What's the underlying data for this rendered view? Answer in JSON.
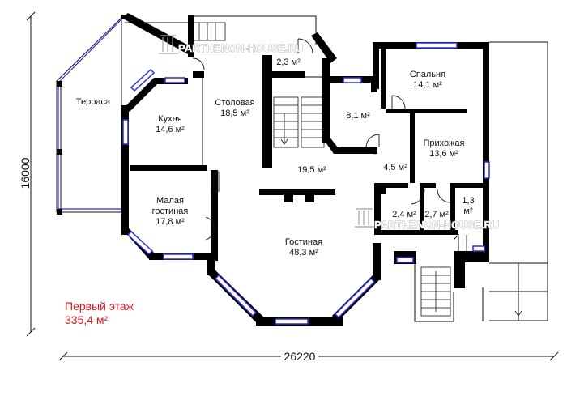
{
  "watermark": "PARTHENON-HOUSE.RU",
  "dimensions": {
    "width": "26220",
    "height": "16000"
  },
  "floor": {
    "title": "Первый этаж",
    "area": "335,4 м²"
  },
  "rooms": [
    {
      "id": "terrace",
      "name": "Терраса",
      "area": ""
    },
    {
      "id": "kitchen",
      "name": "Кухня",
      "area": "14,6 м²"
    },
    {
      "id": "dining",
      "name": "Столовая",
      "area": "18,5 м²"
    },
    {
      "id": "small-lounge",
      "name": "Малая гостиная",
      "area": "17,8 м²"
    },
    {
      "id": "living",
      "name": "Гостиная",
      "area": "48,3 м²"
    },
    {
      "id": "hall",
      "name": "",
      "area": "19,5 м²"
    },
    {
      "id": "room-2-3",
      "name": "",
      "area": "2,3 м²"
    },
    {
      "id": "room-8-1",
      "name": "",
      "area": "8,1 м²"
    },
    {
      "id": "bedroom",
      "name": "Спальня",
      "area": "14,1 м²"
    },
    {
      "id": "entrance-hall",
      "name": "Прихожая",
      "area": "13,6 м²"
    },
    {
      "id": "room-4-5",
      "name": "",
      "area": "4,5 м²"
    },
    {
      "id": "room-2-4",
      "name": "",
      "area": "2,4 м²"
    },
    {
      "id": "room-2-7",
      "name": "",
      "area": "2,7 м²"
    },
    {
      "id": "room-1-3",
      "name": "",
      "area": "1,3 м²"
    }
  ],
  "colors": {
    "wall": "#000000",
    "window": "#2a2ae0",
    "floor_label": "#e0191e"
  }
}
